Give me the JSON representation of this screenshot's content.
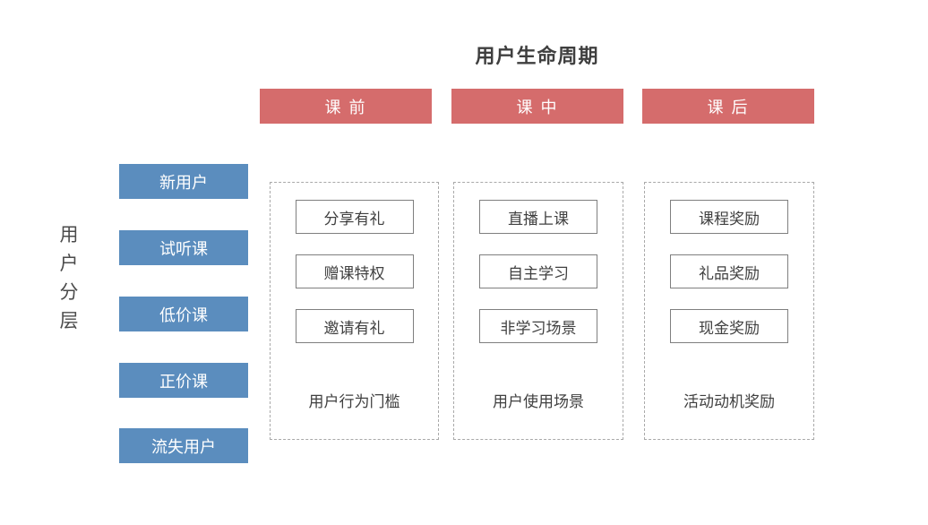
{
  "title": "用户生命周期",
  "left_axis": {
    "label": "用户分层",
    "label_chars": [
      "用",
      "户",
      "分",
      "层"
    ],
    "segments": [
      "新用户",
      "试听课",
      "低价课",
      "正价课",
      "流失用户"
    ]
  },
  "phases": [
    {
      "header": "课 前",
      "items": [
        "分享有礼",
        "赠课特权",
        "邀请有礼"
      ],
      "caption": "用户行为门槛"
    },
    {
      "header": "课 中",
      "items": [
        "直播上课",
        "自主学习",
        "非学习场景"
      ],
      "caption": "用户使用场景"
    },
    {
      "header": "课 后",
      "items": [
        "课程奖励",
        "礼品奖励",
        "现金奖励"
      ],
      "caption": "活动动机奖励"
    }
  ],
  "colors": {
    "phase_header_bg": "#d56c6c",
    "segment_bg": "#5b8dbe",
    "text_dark": "#3f3f3f",
    "item_box_border": "#7f7f7f",
    "column_dashed_border": "#a9a9a9"
  }
}
